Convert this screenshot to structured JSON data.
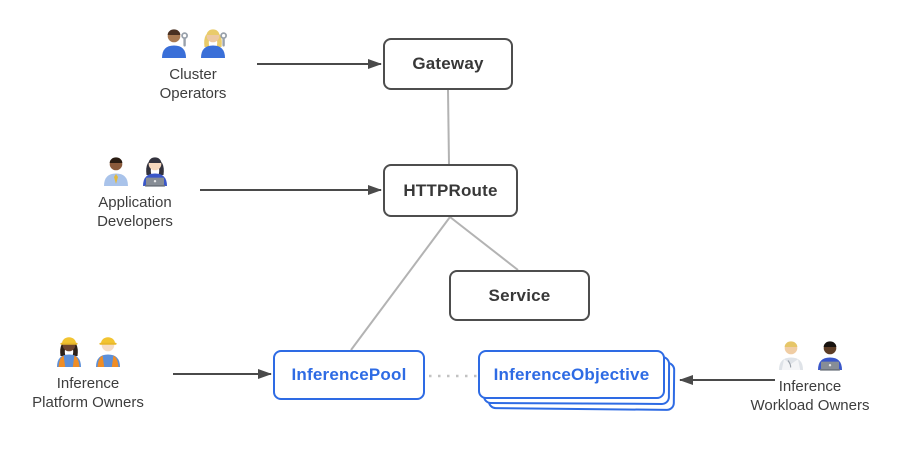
{
  "colors": {
    "accent_blue": "#2e6be4",
    "node_border_gray": "#4d4d4d",
    "connector_gray": "#b3b3b3",
    "arrow_dark": "#4a4a4a",
    "label_text": "#3d3d3d"
  },
  "nodes": {
    "gateway": "Gateway",
    "httproute": "HTTPRoute",
    "service": "Service",
    "inference_pool": "InferencePool",
    "inference_objective": "InferenceObjective"
  },
  "actors": {
    "cluster_operators": {
      "label": "Cluster\nOperators",
      "icons": [
        "man-mechanic",
        "woman-mechanic"
      ]
    },
    "application_developers": {
      "label": "Application\nDevelopers",
      "icons": [
        "man-office-worker",
        "woman-technologist"
      ]
    },
    "inference_platform_owners": {
      "label": "Inference\nPlatform Owners",
      "icons": [
        "woman-construction-worker",
        "man-construction-worker"
      ]
    },
    "inference_workload_owners": {
      "label": "Inference\nWorkload Owners",
      "icons": [
        "health-worker",
        "man-technologist"
      ]
    }
  },
  "edges": [
    {
      "name": "edge-gateway-httproute",
      "style": "plain"
    },
    {
      "name": "edge-httproute-service",
      "style": "plain"
    },
    {
      "name": "edge-httproute-inferencepool",
      "style": "plain"
    },
    {
      "name": "edge-inferencepool-inferenceobjective",
      "style": "dotted"
    },
    {
      "name": "edge-clusteroperators-gateway",
      "style": "arrow"
    },
    {
      "name": "edge-appdevelopers-httproute",
      "style": "arrow"
    },
    {
      "name": "edge-platformowners-inferencepool",
      "style": "arrow"
    },
    {
      "name": "edge-workloadowners-inferenceobjective",
      "style": "arrow"
    }
  ]
}
